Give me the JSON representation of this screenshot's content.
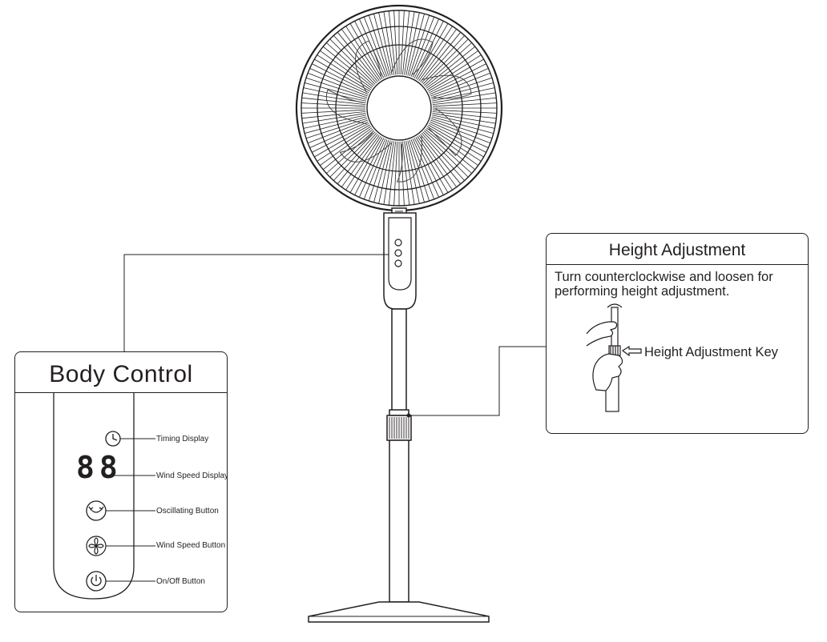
{
  "body_control": {
    "title": "Body Control",
    "display_digits": "88",
    "labels": {
      "timing": "Timing Display",
      "wind_speed_display": "Wind Speed Display",
      "oscillating": "Oscillating Button",
      "wind_speed_button": "Wind Speed Button",
      "on_off": "On/Off Button"
    },
    "icons": [
      "clock-icon",
      "oscillation-icon",
      "fan-icon",
      "power-icon"
    ]
  },
  "height_adjustment": {
    "title": "Height Adjustment",
    "instruction_line1": "Turn counterclockwise and loosen for",
    "instruction_line2": "performing height adjustment.",
    "key_label": "Height Adjustment Key"
  },
  "colors": {
    "line": "#231f20",
    "background": "#ffffff"
  }
}
